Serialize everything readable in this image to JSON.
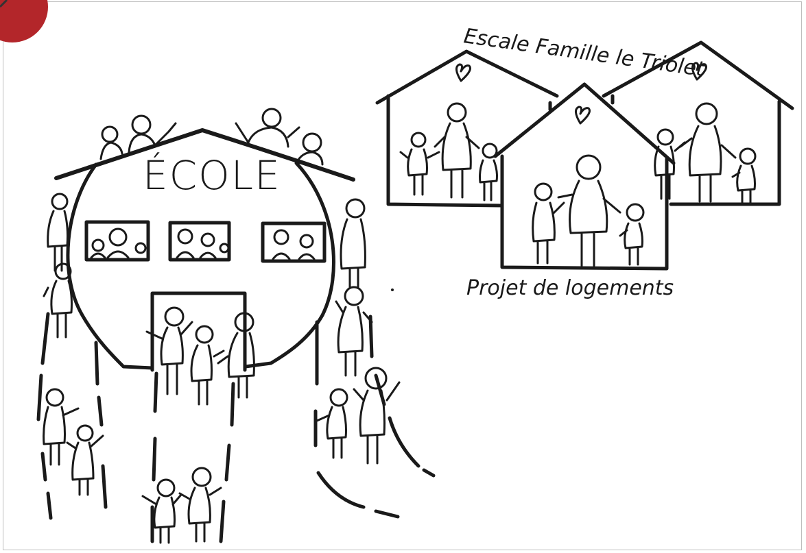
{
  "school": {
    "sign": "ÉCOLE"
  },
  "housing": {
    "title": "Escale Famille le Triolet",
    "caption": "Projet de logements"
  },
  "colors": {
    "ink": "#1a1a1a",
    "corner_badge": "#b3262a",
    "background": "#ffffff"
  }
}
